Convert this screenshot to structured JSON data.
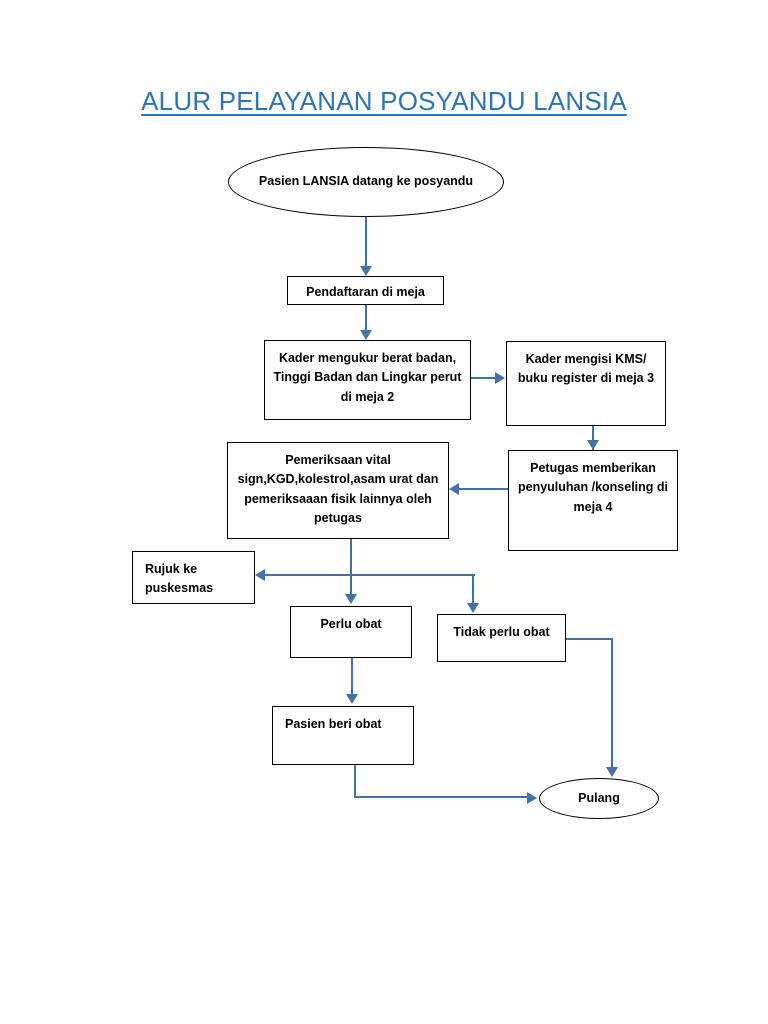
{
  "document": {
    "title": "ALUR PELAYANAN POSYANDU LANSIA",
    "title_color": "#2E74B5",
    "connector_color": "#4472A8",
    "node_border_color": "#000000",
    "background_color": "#FFFFFF"
  },
  "chart_data": {
    "type": "diagram",
    "diagram_kind": "flowchart",
    "title": "ALUR PELAYANAN POSYANDU LANSIA",
    "nodes": [
      {
        "id": "start",
        "shape": "oval",
        "label": "Pasien LANSIA datang ke posyandu"
      },
      {
        "id": "pendaftaran",
        "shape": "rectangle",
        "label": "Pendaftaran di meja"
      },
      {
        "id": "meja2",
        "shape": "rectangle",
        "label": "Kader mengukur berat badan, Tinggi Badan dan Lingkar perut di meja 2"
      },
      {
        "id": "meja3",
        "shape": "rectangle",
        "label": "Kader mengisi KMS/ buku register di meja 3"
      },
      {
        "id": "meja4",
        "shape": "rectangle",
        "label": "Petugas memberikan penyuluhan /konseling di meja 4"
      },
      {
        "id": "pemeriksaan",
        "shape": "rectangle",
        "label": "Pemeriksaan vital sign,KGD,kolestrol,asam urat dan pemeriksaaan fisik lainnya oleh petugas"
      },
      {
        "id": "rujuk",
        "shape": "rectangle",
        "label": "Rujuk ke puskesmas"
      },
      {
        "id": "perlu_obat",
        "shape": "rectangle",
        "label": "Perlu obat"
      },
      {
        "id": "tidak_perlu",
        "shape": "rectangle",
        "label": "Tidak perlu obat"
      },
      {
        "id": "beri_obat",
        "shape": "rectangle",
        "label": "Pasien beri obat"
      },
      {
        "id": "pulang",
        "shape": "oval",
        "label": "Pulang"
      }
    ],
    "edges": [
      {
        "from": "start",
        "to": "pendaftaran",
        "style": "straight-down"
      },
      {
        "from": "pendaftaran",
        "to": "meja2",
        "style": "straight-down"
      },
      {
        "from": "meja2",
        "to": "meja3",
        "style": "straight-right"
      },
      {
        "from": "meja3",
        "to": "meja4",
        "style": "straight-down"
      },
      {
        "from": "meja4",
        "to": "pemeriksaan",
        "style": "straight-left"
      },
      {
        "from": "pemeriksaan",
        "to": "perlu_obat",
        "style": "straight-down"
      },
      {
        "from": "pemeriksaan",
        "to": "rujuk",
        "style": "elbow-left"
      },
      {
        "from": "pemeriksaan",
        "to": "tidak_perlu",
        "style": "elbow-right-down"
      },
      {
        "from": "perlu_obat",
        "to": "beri_obat",
        "style": "straight-down"
      },
      {
        "from": "beri_obat",
        "to": "pulang",
        "style": "elbow-down-right"
      },
      {
        "from": "tidak_perlu",
        "to": "pulang",
        "style": "elbow-right-down"
      }
    ]
  },
  "nodes": {
    "start": {
      "label": "Pasien LANSIA datang ke posyandu"
    },
    "pendaftaran": {
      "label": "Pendaftaran di meja"
    },
    "meja2": {
      "label": "Kader mengukur berat badan, Tinggi Badan dan Lingkar perut di meja 2"
    },
    "meja3": {
      "label": "Kader mengisi KMS/ buku register di meja 3"
    },
    "meja4": {
      "label": "Petugas memberikan penyuluhan /konseling di meja 4"
    },
    "pemeriksaan": {
      "label": "Pemeriksaan vital sign,KGD,kolestrol,asam urat dan pemeriksaaan fisik lainnya oleh petugas"
    },
    "rujuk": {
      "label": "Rujuk ke puskesmas"
    },
    "perlu_obat": {
      "label": "Perlu obat"
    },
    "tidak_perlu": {
      "label": "Tidak perlu obat"
    },
    "beri_obat": {
      "label": "Pasien beri obat"
    },
    "pulang": {
      "label": "Pulang"
    }
  }
}
